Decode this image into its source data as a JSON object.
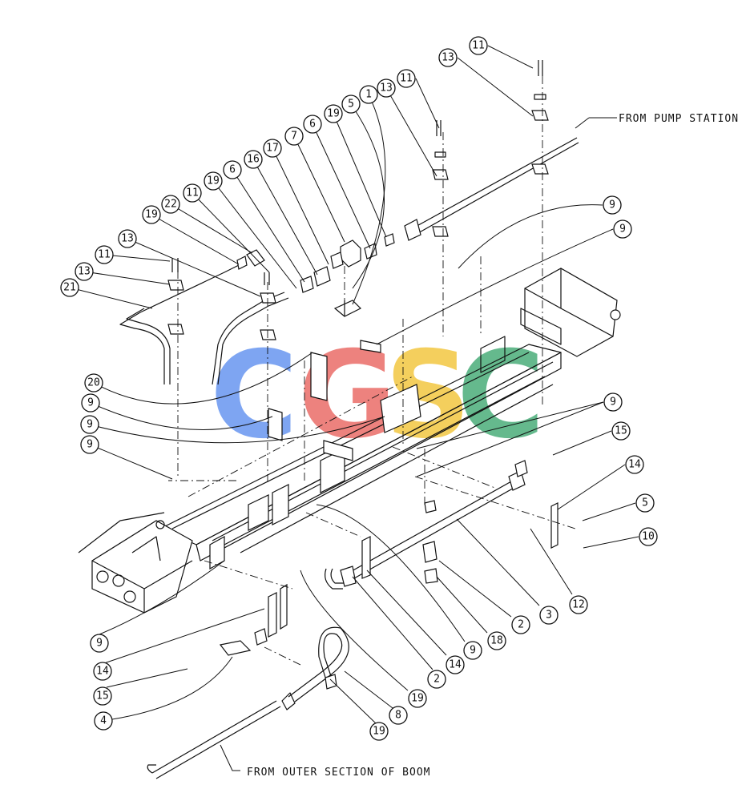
{
  "notes": {
    "from_pump_station": "FROM PUMP STATION",
    "from_outer_section": "FROM OUTER SECTION OF BOOM"
  },
  "watermark": {
    "letters": [
      "C",
      "G",
      "S",
      "C"
    ],
    "colors": [
      "#5b8def",
      "#e9605b",
      "#f2c230",
      "#3aa66e"
    ]
  },
  "callouts": [
    {
      "label": "11"
    },
    {
      "label": "13"
    },
    {
      "label": "11"
    },
    {
      "label": "13"
    },
    {
      "label": "1"
    },
    {
      "label": "5"
    },
    {
      "label": "19"
    },
    {
      "label": "6"
    },
    {
      "label": "7"
    },
    {
      "label": "17"
    },
    {
      "label": "16"
    },
    {
      "label": "6"
    },
    {
      "label": "19"
    },
    {
      "label": "11"
    },
    {
      "label": "22"
    },
    {
      "label": "19"
    },
    {
      "label": "13"
    },
    {
      "label": "11"
    },
    {
      "label": "13"
    },
    {
      "label": "21"
    },
    {
      "label": "9"
    },
    {
      "label": "9"
    },
    {
      "label": "20"
    },
    {
      "label": "9"
    },
    {
      "label": "9"
    },
    {
      "label": "9"
    },
    {
      "label": "9"
    },
    {
      "label": "15"
    },
    {
      "label": "14"
    },
    {
      "label": "5"
    },
    {
      "label": "10"
    },
    {
      "label": "12"
    },
    {
      "label": "3"
    },
    {
      "label": "2"
    },
    {
      "label": "18"
    },
    {
      "label": "9"
    },
    {
      "label": "14"
    },
    {
      "label": "2"
    },
    {
      "label": "19"
    },
    {
      "label": "9"
    },
    {
      "label": "14"
    },
    {
      "label": "15"
    },
    {
      "label": "4"
    },
    {
      "label": "8"
    },
    {
      "label": "19"
    }
  ]
}
